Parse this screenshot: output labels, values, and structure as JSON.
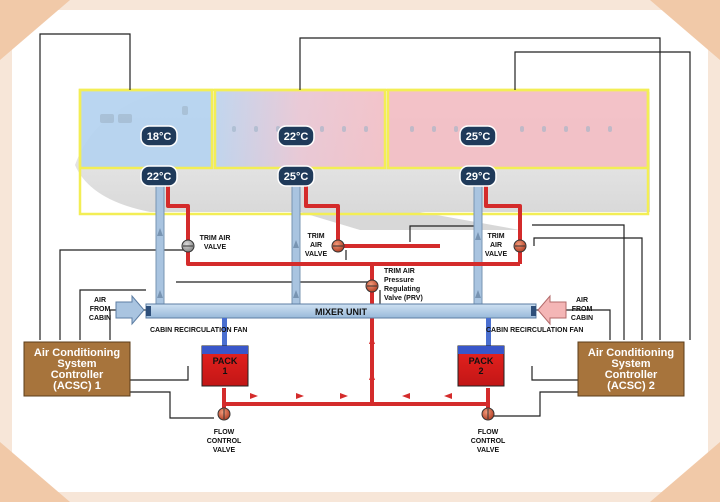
{
  "zones": [
    {
      "id": "cockpit",
      "temp_display": "18°C",
      "temp_duct": "22°C",
      "color": "#b8d8f2"
    },
    {
      "id": "forward-cabin",
      "temp_display": "22°C",
      "temp_duct": "25°C",
      "color": "#f3c2c8"
    },
    {
      "id": "aft-cabin",
      "temp_display": "25°C",
      "temp_duct": "29°C",
      "color": "#f0b8be"
    }
  ],
  "labels": {
    "trim_air_valve": [
      "TRIM AIR",
      "VALVE"
    ],
    "trim_air_valve_short": [
      "TRIM",
      "AIR",
      "VALVE"
    ],
    "prv": [
      "TRIM AIR",
      "Pressure",
      "Regulating",
      "Valve (PRV)"
    ],
    "mixer_unit": "MIXER UNIT",
    "air_from_cabin": [
      "AIR",
      "FROM",
      "CABIN"
    ],
    "cabin_recirc_fan": "CABIN RECIRCULATION FAN",
    "pack1": [
      "PACK",
      "1"
    ],
    "pack2": [
      "PACK",
      "2"
    ],
    "flow_control_valve": [
      "FLOW",
      "CONTROL",
      "VALVE"
    ],
    "acsc1": [
      "Air Conditioning",
      "System",
      "Controller",
      "(ACSC) 1"
    ],
    "acsc2": [
      "Air Conditioning",
      "System",
      "Controller",
      "(ACSC) 2"
    ]
  },
  "colors": {
    "hot_duct": "#d42b2b",
    "cold_duct": "#a9c4e0",
    "zone_border": "#f5f06a",
    "temp_badge": "#1f3a5a",
    "acsc": "#a7743c"
  }
}
